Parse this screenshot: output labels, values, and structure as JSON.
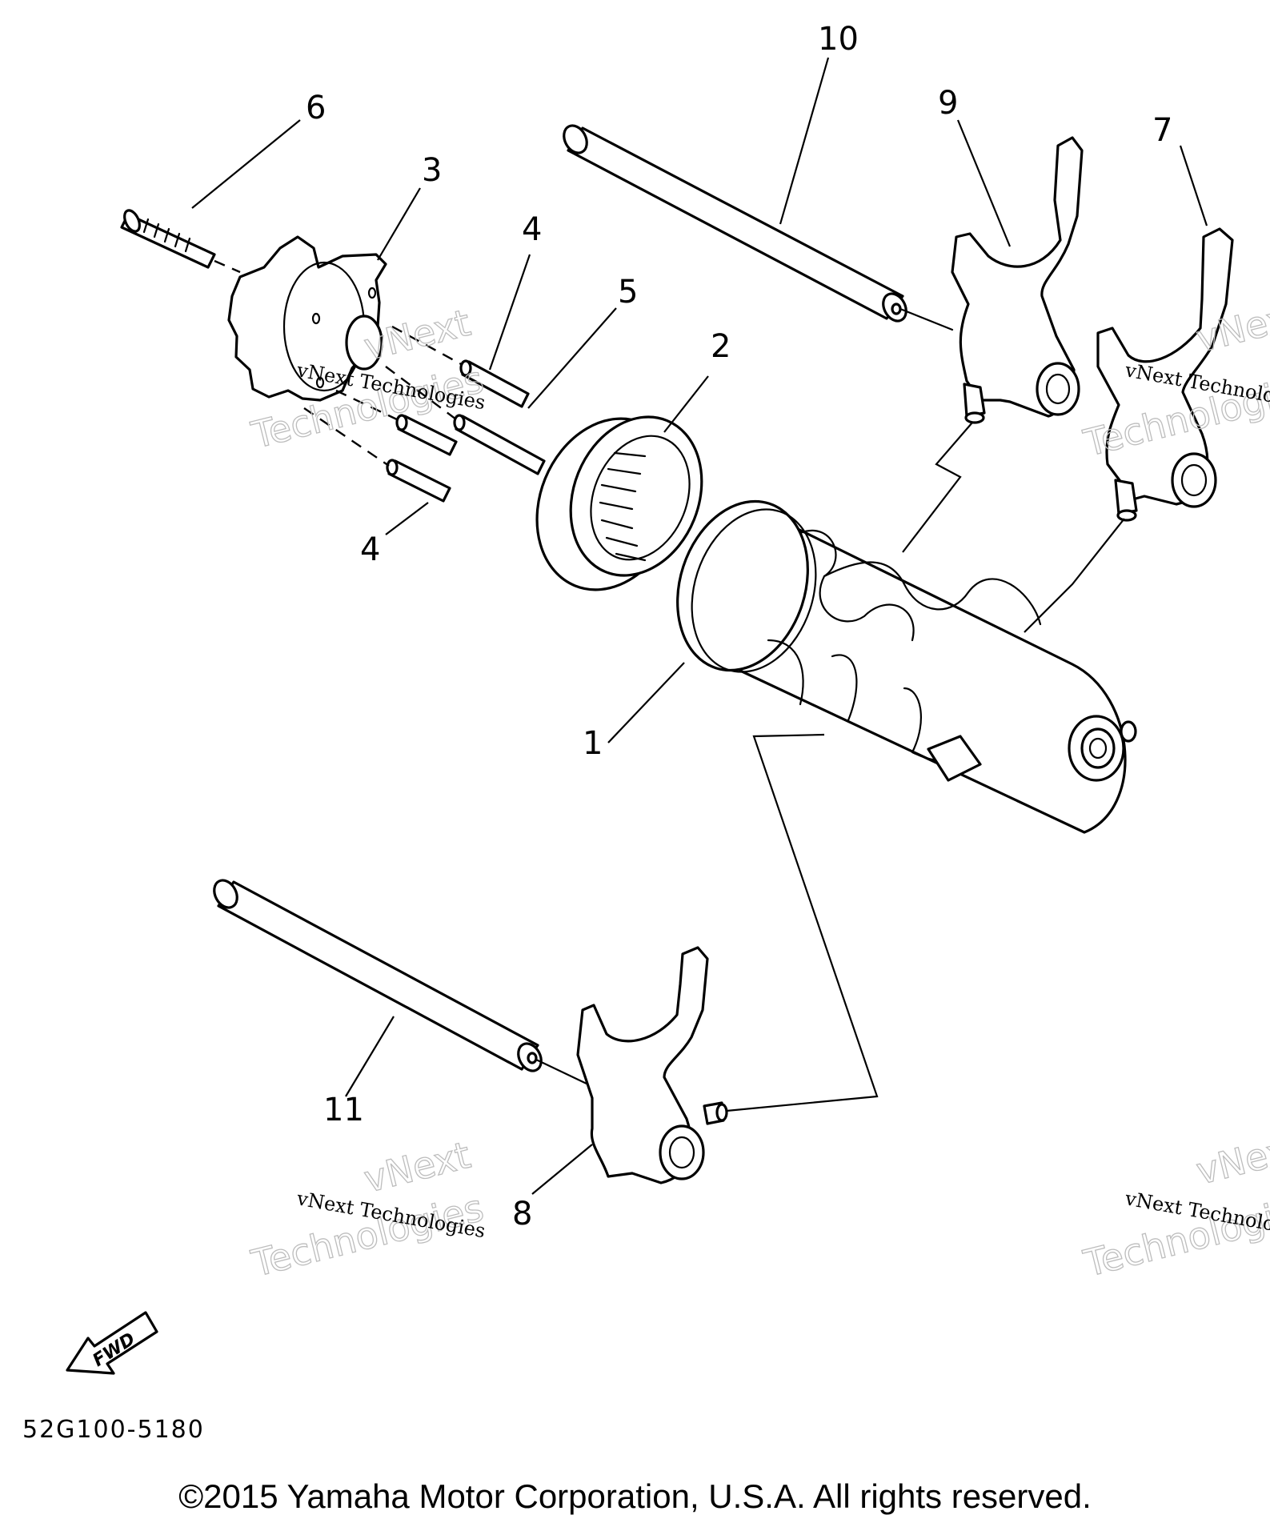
{
  "callouts": {
    "c1": "1",
    "c2": "2",
    "c3": "3",
    "c4a": "4",
    "c4b": "4",
    "c5": "5",
    "c6": "6",
    "c7": "7",
    "c8": "8",
    "c9": "9",
    "c10": "10",
    "c11": "11"
  },
  "watermark": {
    "line1": "vNext",
    "line2": "Technologies",
    "combined": "vNext Technologies"
  },
  "direction_label": "FWD",
  "diagram_code": "52G100-5180",
  "copyright": "©2015 Yamaha Motor Corporation, U.S.A. All rights reserved."
}
